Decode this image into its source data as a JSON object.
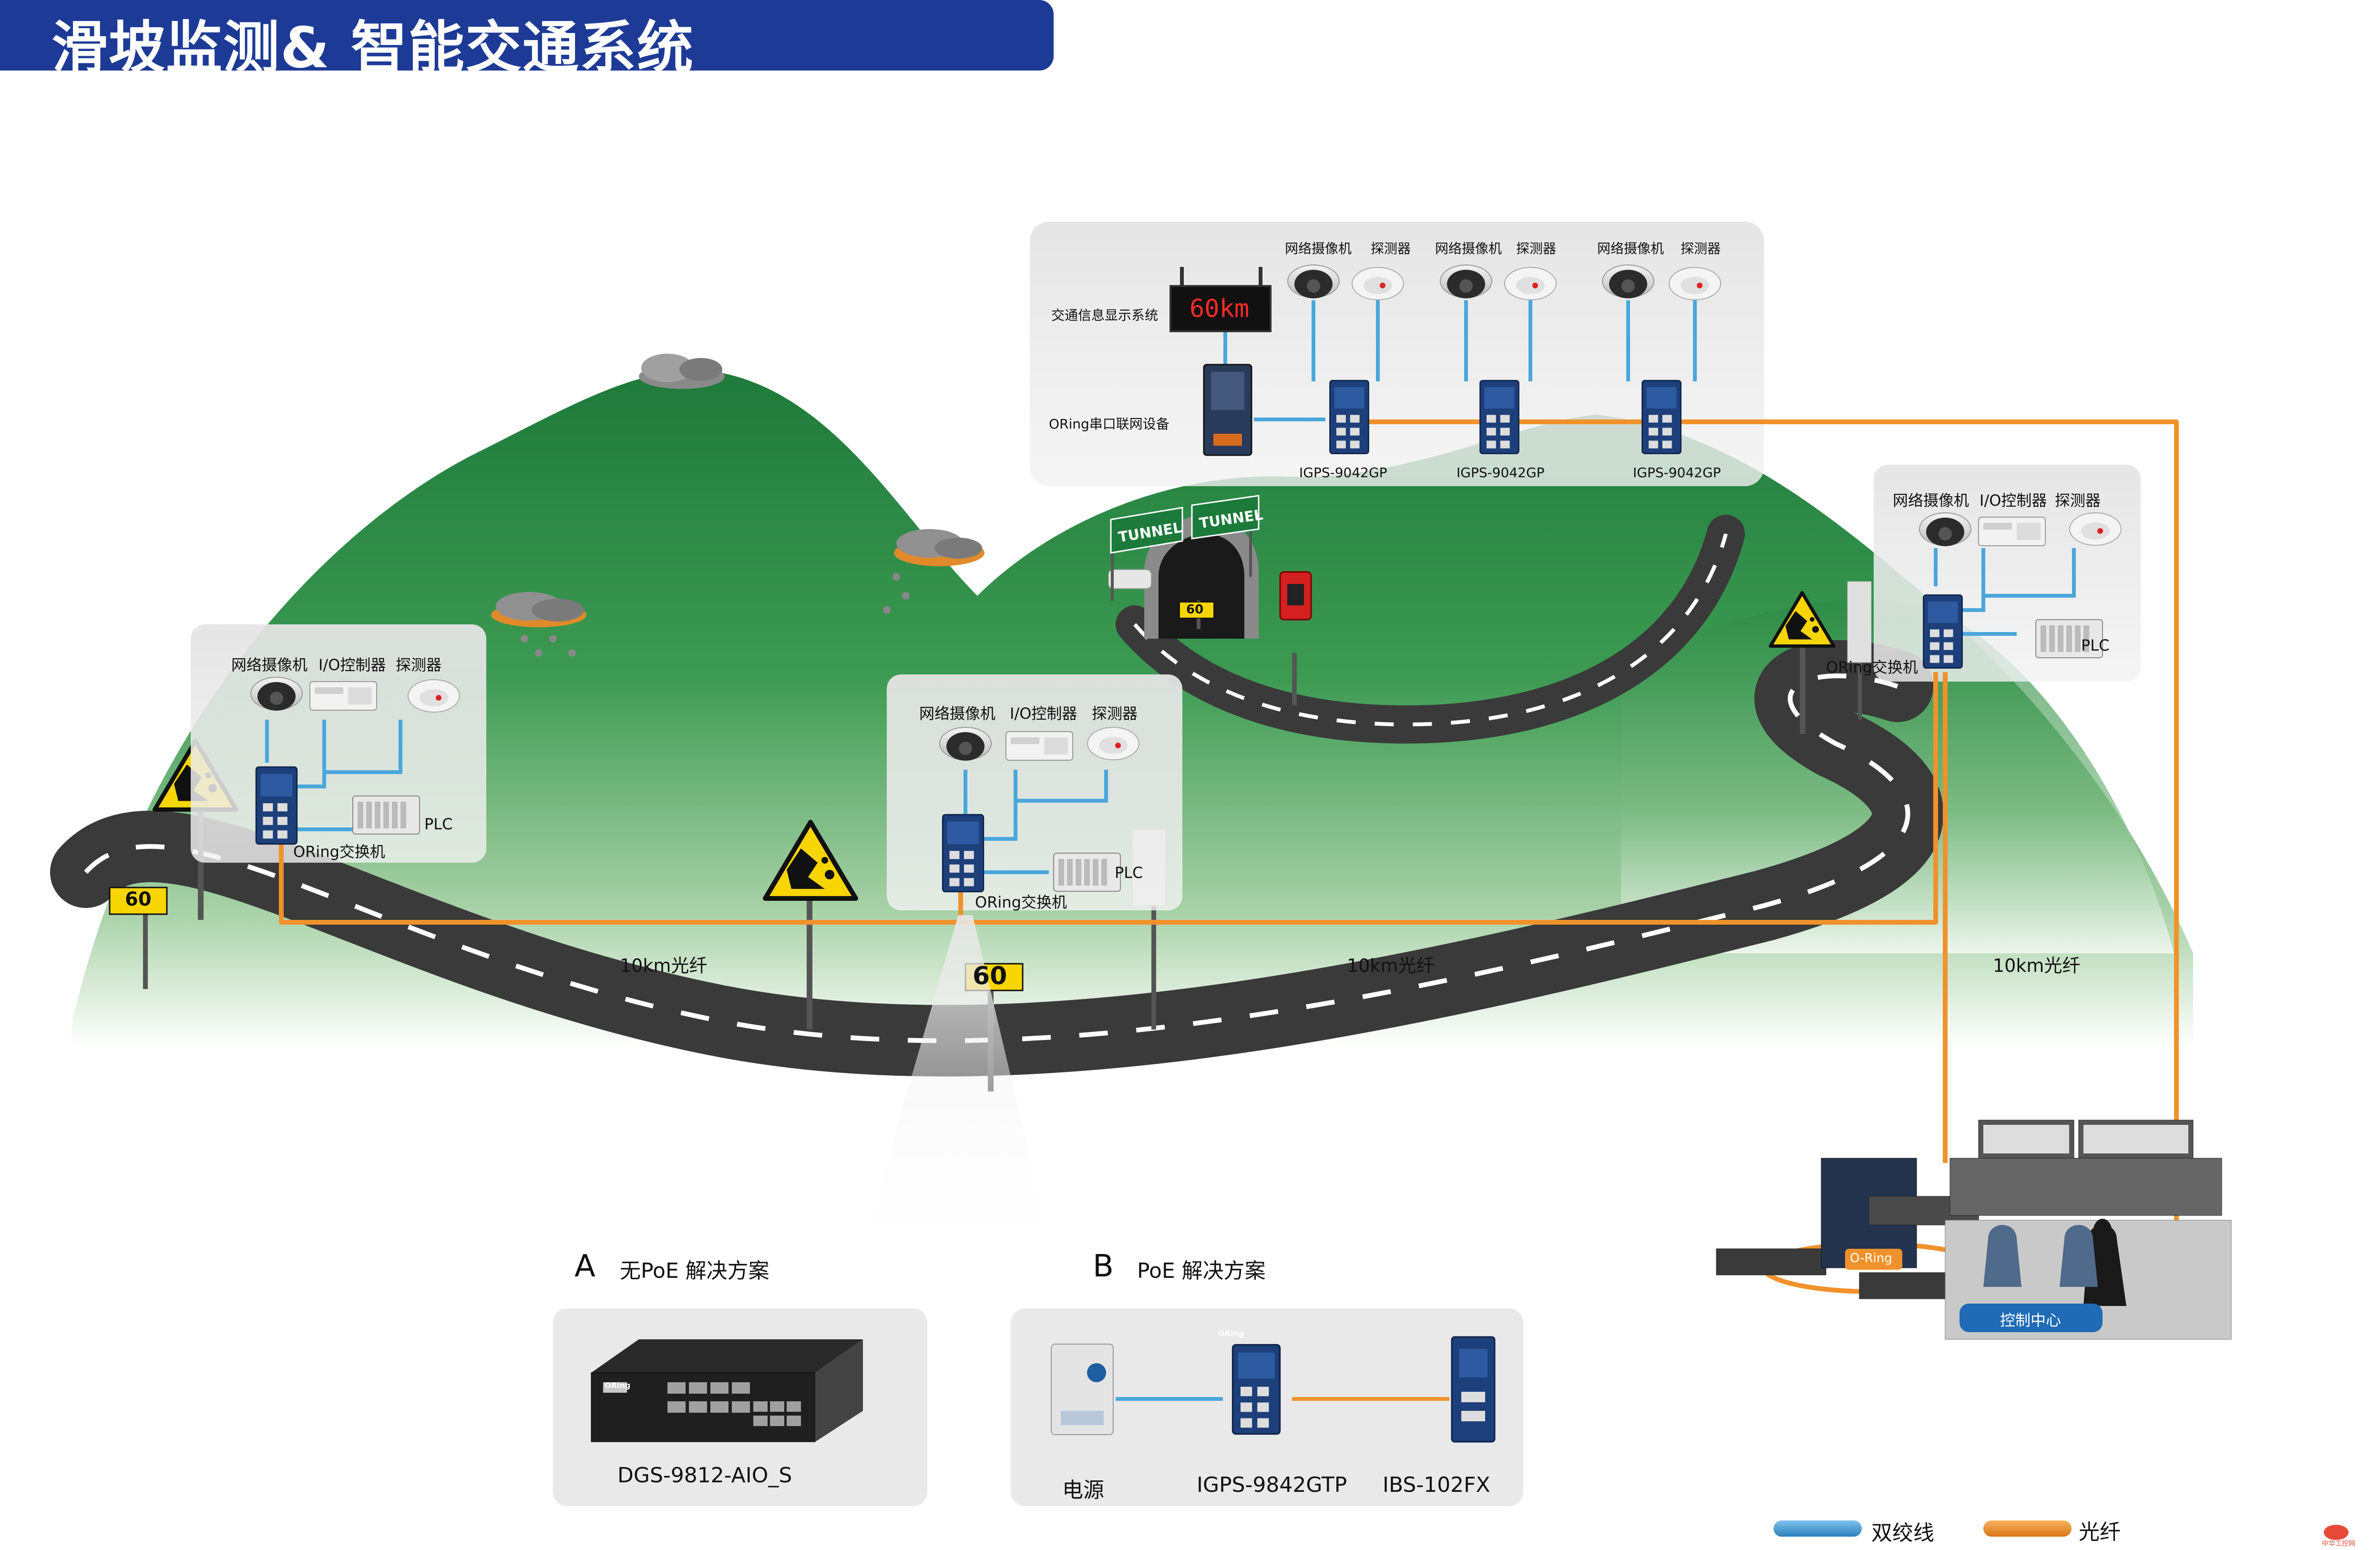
{
  "title": "滑坡监测& 智能交通系统",
  "colors": {
    "title_bar": "#1d3b96",
    "fiber": "#f0922b",
    "twisted_pair": "#4aa7dc",
    "mountain": "#2e8b45",
    "road": "#3a3a3a",
    "warning_sign": "#f6d500"
  },
  "tunnel_box": {
    "display_system": "交通信息显示系统",
    "display_value": "60km",
    "serial_device": "ORing串口联网设备",
    "pairs": [
      {
        "camera": "网络摄像机",
        "detector": "探测器",
        "switch": "IGPS-9042GP"
      },
      {
        "camera": "网络摄像机",
        "detector": "探测器",
        "switch": "IGPS-9042GP"
      },
      {
        "camera": "网络摄像机",
        "detector": "探测器",
        "switch": "IGPS-9042GP"
      }
    ]
  },
  "tunnel_signs": [
    "TUNNEL",
    "TUNNEL"
  ],
  "speed_signs": [
    "60",
    "60",
    "60"
  ],
  "stations": [
    {
      "camera": "网络摄像机",
      "io": "I/O控制器",
      "detector": "探测器",
      "plc": "PLC",
      "switch": "ORing交换机"
    },
    {
      "camera": "网络摄像机",
      "io": "I/O控制器",
      "detector": "探测器",
      "plc": "PLC",
      "switch": "ORing交换机"
    },
    {
      "camera": "网络摄像机",
      "io": "I/O控制器",
      "detector": "探测器",
      "plc": "PLC",
      "switch": "ORing交换机"
    }
  ],
  "fiber_labels": [
    "10km光纤",
    "10km光纤",
    "10km光纤"
  ],
  "control_center": {
    "ring_label": "O-Ring",
    "label": "控制中心"
  },
  "solution_a": {
    "letter": "A",
    "title": "无PoE 解决方案",
    "device": "DGS-9812-AIO_S",
    "brand": "ORing"
  },
  "solution_b": {
    "letter": "B",
    "title": "PoE 解决方案",
    "devices": [
      "电源",
      "IGPS-9842GTP",
      "IBS-102FX"
    ],
    "brand": "ORing"
  },
  "legend": {
    "twisted_pair": "双绞线",
    "fiber": "光纤"
  },
  "watermark": "中华工控网"
}
